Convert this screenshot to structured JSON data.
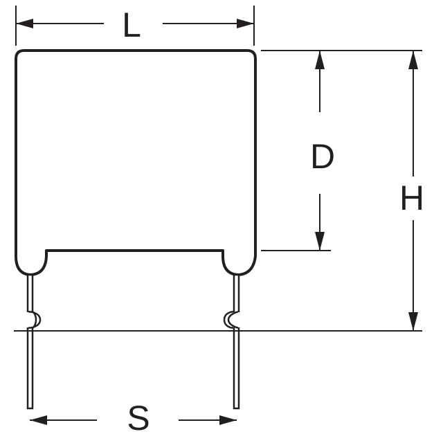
{
  "dimensions": {
    "length_label": "L",
    "depth_label": "D",
    "height_label": "H",
    "spacing_label": "S"
  }
}
